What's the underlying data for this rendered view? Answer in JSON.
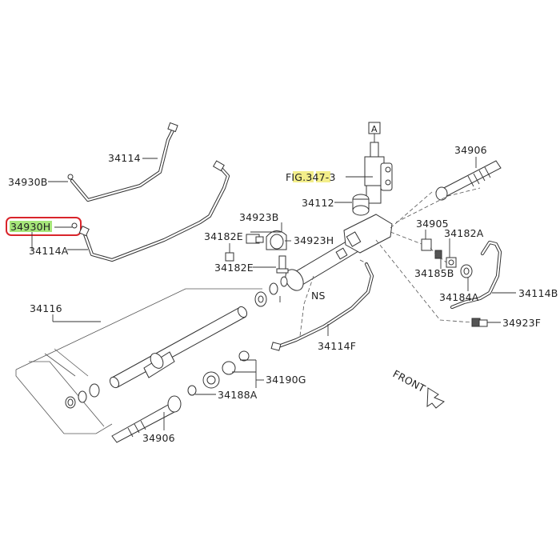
{
  "colors": {
    "highlight_callout_border": "#d9252b",
    "highlight_green": "#a6e67a",
    "highlight_yellow": "#f3ee8a",
    "line": "#333333"
  },
  "labels": {
    "p34114_top": "34114",
    "p34930B": "34930B",
    "p34930H": "34930H",
    "p34114A": "34114A",
    "p34923B": "34923B",
    "p34182E_top": "34182E",
    "p34923H": "34923H",
    "p34182E_bot": "34182E",
    "fig_ref": "FIG.347-3",
    "p34112": "34112",
    "box_A": "A",
    "p34906_top": "34906",
    "p34905": "34905",
    "p34182A": "34182A",
    "p34185B": "34185B",
    "p34184A": "34184A",
    "p34114B": "34114B",
    "p34923F": "34923F",
    "ns": "NS",
    "p34114F": "34114F",
    "p34116": "34116",
    "p34190G": "34190G",
    "p34188A": "34188A",
    "p34906_bot": "34906",
    "front": "FRONT"
  }
}
